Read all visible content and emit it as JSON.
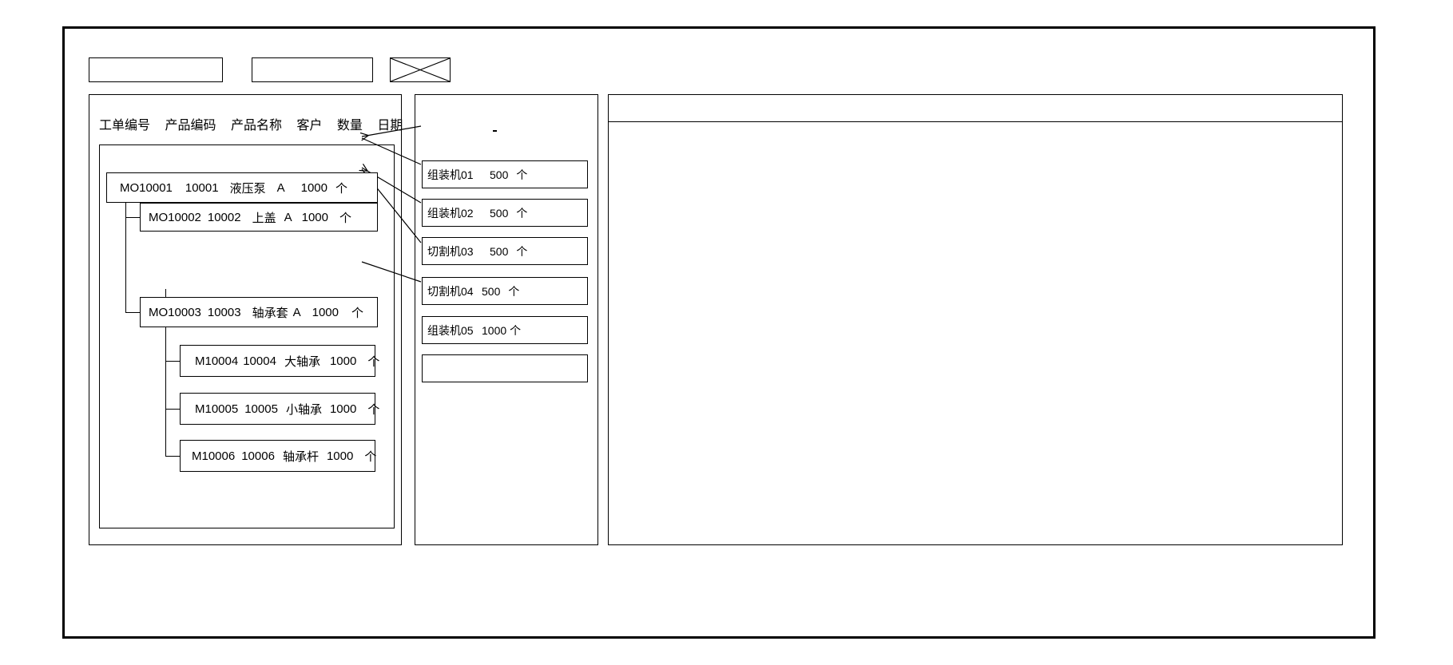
{
  "window": {
    "title": ""
  },
  "toolbar": {
    "field_1_value": "",
    "field_1_placeholder": "",
    "field_2_value": "",
    "field_2_placeholder": "",
    "close_icon": "x-cross-icon"
  },
  "left_panel": {
    "columns": [
      "工单编号",
      "产品编码",
      "产品名称",
      "客户",
      "数量",
      "日期"
    ],
    "tree": [
      {
        "id": "node-1",
        "level": 0,
        "order_no": "MO10001",
        "product_code": "10001",
        "product_name": "液压泵",
        "customer": "A",
        "qty": "1000",
        "unit": "个",
        "date": ""
      },
      {
        "id": "node-2",
        "level": 1,
        "order_no": "MO10002",
        "product_code": "10002",
        "product_name": "上盖",
        "customer": "A",
        "qty": "1000",
        "unit": "个",
        "date": ""
      },
      {
        "id": "node-3",
        "level": 1,
        "order_no": "MO10003",
        "product_code": "10003",
        "product_name": "轴承套",
        "customer": "A",
        "qty": "1000",
        "unit": "个",
        "date": ""
      },
      {
        "id": "node-4",
        "level": 2,
        "order_no": "M10004",
        "product_code": "10004",
        "product_name": "大轴承",
        "customer": "",
        "qty": "1000",
        "unit": "个",
        "date": ""
      },
      {
        "id": "node-5",
        "level": 2,
        "order_no": "M10005",
        "product_code": "10005",
        "product_name": "小轴承",
        "customer": "",
        "qty": "1000",
        "unit": "个",
        "date": ""
      },
      {
        "id": "node-6",
        "level": 2,
        "order_no": "M10006",
        "product_code": "10006",
        "product_name": "轴承杆",
        "customer": "",
        "qty": "1000",
        "unit": "个",
        "date": ""
      }
    ]
  },
  "mid_panel": {
    "marker": "-",
    "machines": [
      {
        "id": "mach-1",
        "name": "组装机01",
        "qty": "500",
        "unit": "个"
      },
      {
        "id": "mach-2",
        "name": "组装机02",
        "qty": "500",
        "unit": "个"
      },
      {
        "id": "mach-3",
        "name": "切割机03",
        "qty": "500",
        "unit": "个"
      },
      {
        "id": "mach-4",
        "name": "切割机04",
        "qty": "500",
        "unit": "个"
      },
      {
        "id": "mach-5",
        "name": "组装机05",
        "qty": "1000",
        "unit": "个"
      },
      {
        "id": "mach-6",
        "name": "",
        "qty": "",
        "unit": ""
      }
    ]
  },
  "right_panel": {
    "header_text": "",
    "body_text": ""
  },
  "colors": {
    "stroke": "#000000",
    "background": "#ffffff",
    "text": "#000000"
  }
}
